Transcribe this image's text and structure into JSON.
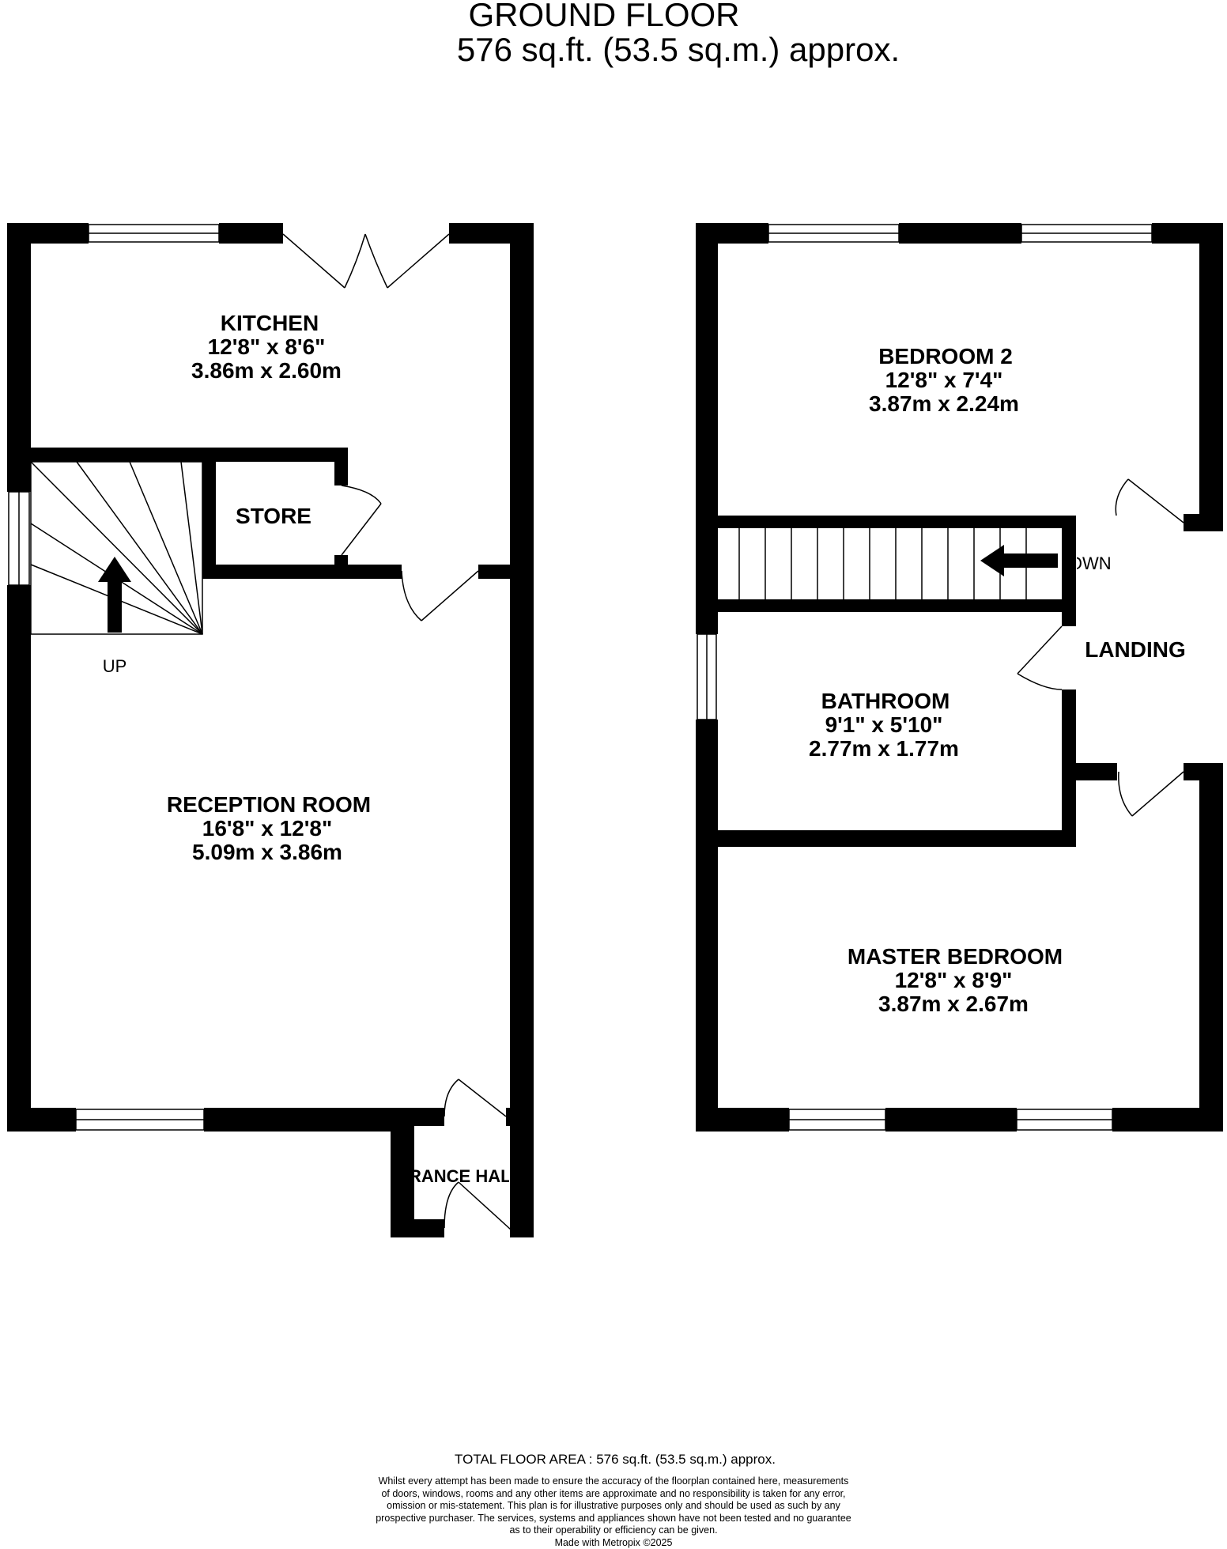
{
  "header": {
    "floor_name": "GROUND FLOOR",
    "area": "576 sq.ft. (53.5 sq.m.) approx."
  },
  "rooms": {
    "kitchen": {
      "name": "KITCHEN",
      "imperial": "12'8\"  x 8'6\"",
      "metric": "3.86m  x 2.60m"
    },
    "store": {
      "name": "STORE"
    },
    "reception": {
      "name": "RECEPTION ROOM",
      "imperial": "16'8\"  x 12'8\"",
      "metric": "5.09m  x 3.86m"
    },
    "entrance_hall": {
      "name": "ENTRANCE HALL"
    },
    "bedroom2": {
      "name": "BEDROOM 2",
      "imperial": "12'8\"  x 7'4\"",
      "metric": "3.87m  x 2.24m"
    },
    "landing": {
      "name": "LANDING"
    },
    "bathroom": {
      "name": "BATHROOM",
      "imperial": "9'1\"  x 5'10\"",
      "metric": "2.77m  x 1.77m"
    },
    "master_bedroom": {
      "name": "MASTER BEDROOM",
      "imperial": "12'8\"  x 8'9\"",
      "metric": "3.87m  x 2.67m"
    }
  },
  "stairs": {
    "up_label": "UP",
    "down_label": "DOWN"
  },
  "footer": {
    "total_area": "TOTAL FLOOR AREA : 576 sq.ft. (53.5 sq.m.) approx.",
    "disclaimer_lines": [
      "Whilst every attempt has been made to ensure the accuracy of the floorplan contained here, measurements",
      "of doors, windows, rooms and any other items are approximate and no responsibility is taken for any error,",
      "omission or mis-statement. This plan is for illustrative purposes only and should be used as such by any",
      "prospective purchaser. The services, systems and appliances shown have not been tested and no guarantee",
      "as to their operability or efficiency can be given."
    ],
    "credit": "Made with Metropix ©2025"
  },
  "colors": {
    "wall": "#000000",
    "background": "#ffffff",
    "window": "#ffffff"
  }
}
